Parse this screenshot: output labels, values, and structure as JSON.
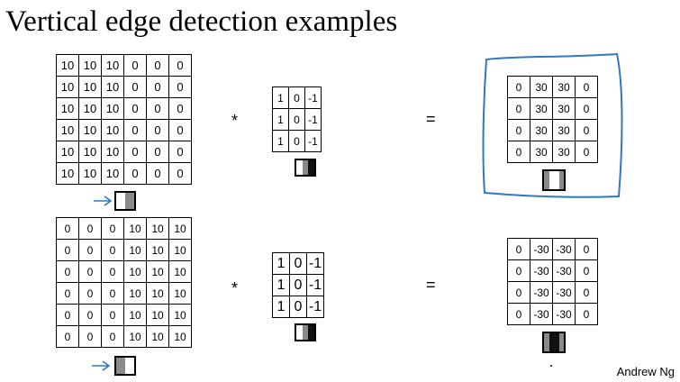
{
  "title": "Vertical edge detection examples",
  "operators": {
    "convolve": "*",
    "equals": "="
  },
  "example1": {
    "image": [
      [
        "10",
        "10",
        "10",
        "0",
        "0",
        "0"
      ],
      [
        "10",
        "10",
        "10",
        "0",
        "0",
        "0"
      ],
      [
        "10",
        "10",
        "10",
        "0",
        "0",
        "0"
      ],
      [
        "10",
        "10",
        "10",
        "0",
        "0",
        "0"
      ],
      [
        "10",
        "10",
        "10",
        "0",
        "0",
        "0"
      ],
      [
        "10",
        "10",
        "10",
        "0",
        "0",
        "0"
      ]
    ],
    "filter": [
      [
        "1",
        "0",
        "-1"
      ],
      [
        "1",
        "0",
        "-1"
      ],
      [
        "1",
        "0",
        "-1"
      ]
    ],
    "output": [
      [
        "0",
        "30",
        "30",
        "0"
      ],
      [
        "0",
        "30",
        "30",
        "0"
      ],
      [
        "0",
        "30",
        "30",
        "0"
      ],
      [
        "0",
        "30",
        "30",
        "0"
      ]
    ]
  },
  "example2": {
    "image": [
      [
        "0",
        "0",
        "0",
        "10",
        "10",
        "10"
      ],
      [
        "0",
        "0",
        "0",
        "10",
        "10",
        "10"
      ],
      [
        "0",
        "0",
        "0",
        "10",
        "10",
        "10"
      ],
      [
        "0",
        "0",
        "0",
        "10",
        "10",
        "10"
      ],
      [
        "0",
        "0",
        "0",
        "10",
        "10",
        "10"
      ],
      [
        "0",
        "0",
        "0",
        "10",
        "10",
        "10"
      ]
    ],
    "filter": [
      [
        "1",
        "0",
        "-1"
      ],
      [
        "1",
        "0",
        "-1"
      ],
      [
        "1",
        "0",
        "-1"
      ]
    ],
    "output": [
      [
        "0",
        "-30",
        "-30",
        "0"
      ],
      [
        "0",
        "-30",
        "-30",
        "0"
      ],
      [
        "0",
        "-30",
        "-30",
        "0"
      ],
      [
        "0",
        "-30",
        "-30",
        "0"
      ]
    ]
  },
  "colors": {
    "annotation": "#2f78c4",
    "light": "#ffffff",
    "mid": "#8a8a8a",
    "dark": "#111111"
  },
  "signature": "Andrew Ng"
}
